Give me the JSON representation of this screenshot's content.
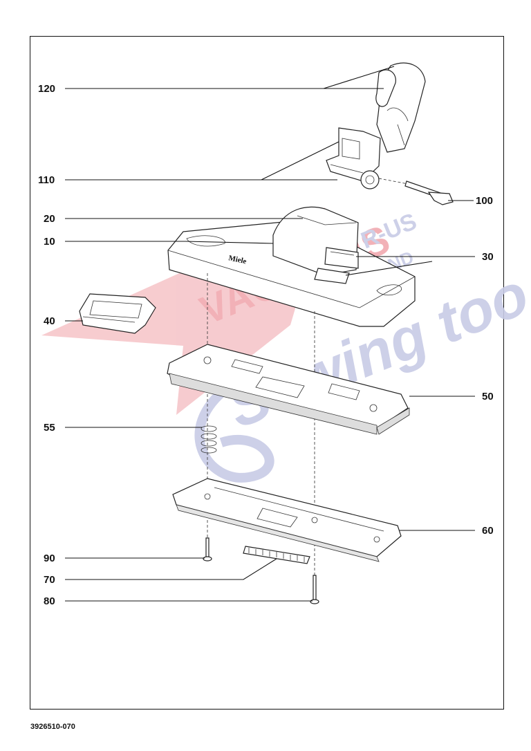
{
  "diagram": {
    "callouts": [
      {
        "id": "120",
        "label": "120"
      },
      {
        "id": "110",
        "label": "110"
      },
      {
        "id": "100",
        "label": "100"
      },
      {
        "id": "20",
        "label": "20"
      },
      {
        "id": "10",
        "label": "10"
      },
      {
        "id": "30",
        "label": "30"
      },
      {
        "id": "40",
        "label": "40"
      },
      {
        "id": "50",
        "label": "50"
      },
      {
        "id": "55",
        "label": "55"
      },
      {
        "id": "60",
        "label": "60"
      },
      {
        "id": "90",
        "label": "90"
      },
      {
        "id": "70",
        "label": "70"
      },
      {
        "id": "80",
        "label": "80"
      }
    ],
    "brand_mark": "Miele",
    "document_number": "3926510-070"
  },
  "watermark": {
    "line1": "VACUUMS",
    "line2": "R-US",
    "line3": "AND",
    "line4": "Sewing too",
    "colors": {
      "red": "#f3b3b8",
      "blue": "#c4c8e4"
    }
  }
}
